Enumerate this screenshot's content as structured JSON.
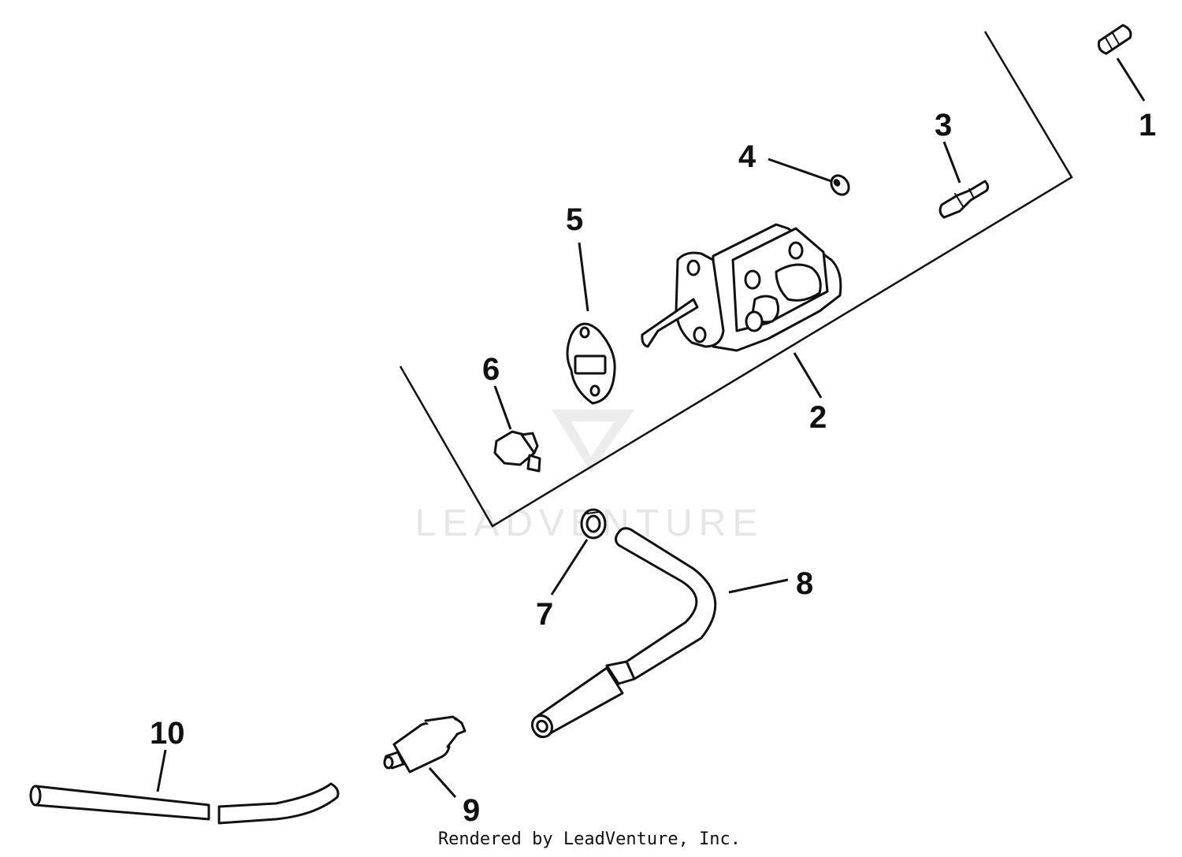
{
  "watermark": {
    "text": "LEADVENTURE"
  },
  "credit": {
    "text": "Rendered by LeadVenture, Inc."
  },
  "callouts": {
    "c1": "1",
    "c2": "2",
    "c3": "3",
    "c4": "4",
    "c5": "5",
    "c6": "6",
    "c7": "7",
    "c8": "8",
    "c9": "9",
    "c10": "10"
  }
}
